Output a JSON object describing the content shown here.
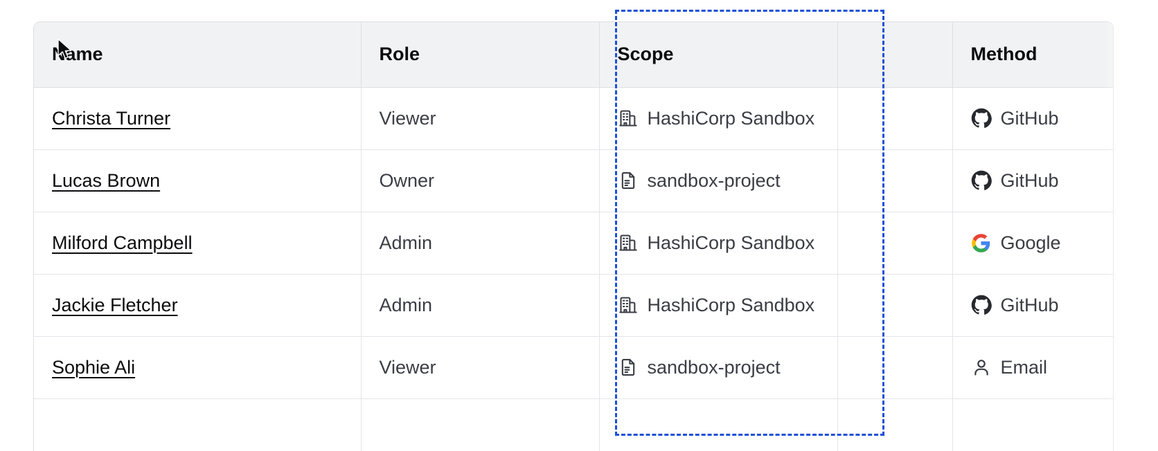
{
  "table": {
    "columns": [
      {
        "key": "name",
        "label": "Name"
      },
      {
        "key": "role",
        "label": "Role"
      },
      {
        "key": "scope",
        "label": "Scope"
      },
      {
        "key": "blank",
        "label": ""
      },
      {
        "key": "method",
        "label": "Method"
      }
    ],
    "rows": [
      {
        "name": "Christa Turner",
        "role": "Viewer",
        "scope": "HashiCorp Sandbox",
        "scope_icon": "organization-building-icon",
        "method": "GitHub",
        "method_icon": "github-icon"
      },
      {
        "name": "Lucas Brown",
        "role": "Owner",
        "scope": "sandbox-project",
        "scope_icon": "project-file-icon",
        "method": "GitHub",
        "method_icon": "github-icon"
      },
      {
        "name": "Milford Campbell",
        "role": "Admin",
        "scope": "HashiCorp Sandbox",
        "scope_icon": "organization-building-icon",
        "method": "Google",
        "method_icon": "google-icon"
      },
      {
        "name": "Jackie Fletcher",
        "role": "Admin",
        "scope": "HashiCorp Sandbox",
        "scope_icon": "organization-building-icon",
        "method": "GitHub",
        "method_icon": "github-icon"
      },
      {
        "name": "Sophie Ali",
        "role": "Viewer",
        "scope": "sandbox-project",
        "scope_icon": "project-file-icon",
        "method": "Email",
        "method_icon": "user-person-icon"
      },
      {
        "name": "",
        "role": "",
        "scope": "",
        "scope_icon": "",
        "method": "",
        "method_icon": ""
      }
    ]
  },
  "selection": {
    "name": "scope-column-highlight",
    "target_column": "Scope",
    "style": "dashed",
    "color": "#1B4FD8"
  },
  "colors": {
    "header_bg": "#F1F2F3",
    "header_text": "#0C0C0E",
    "body_text": "#3B3D45",
    "link_text": "#0C0C0E",
    "border": "#DEDFE3",
    "row_border": "#E4E5E9",
    "accent": "#1B4FD8",
    "page_bg": "#FFFFFF"
  }
}
